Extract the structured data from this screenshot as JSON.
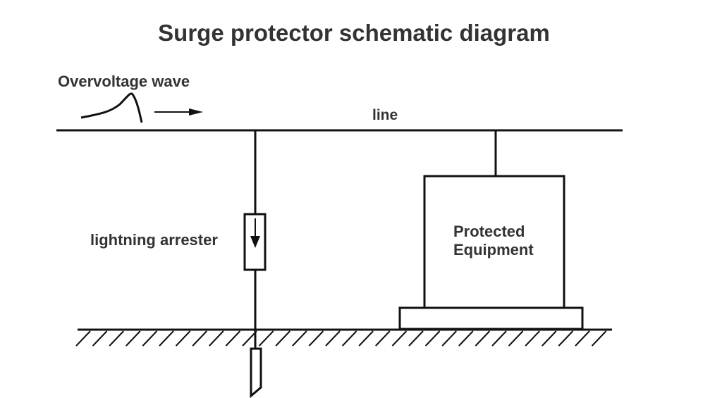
{
  "title": "Surge protector schematic diagram",
  "labels": {
    "overvoltage_wave": "Overvoltage wave",
    "line": "line",
    "lightning_arrester": "lightning arrester",
    "protected_equipment_line1": "Protected",
    "protected_equipment_line2": "Equipment"
  },
  "colors": {
    "stroke": "#111111",
    "text": "#333333"
  }
}
